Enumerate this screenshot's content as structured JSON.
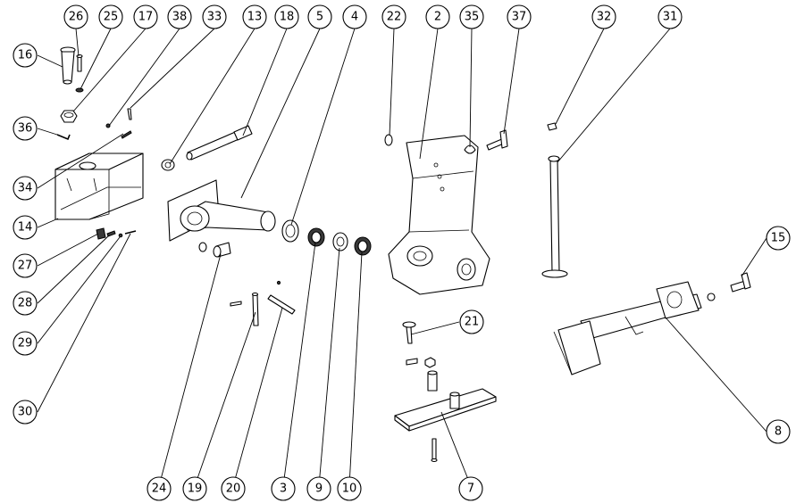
{
  "callouts": [
    {
      "id": "c26",
      "text": "26"
    },
    {
      "id": "c25",
      "text": "25"
    },
    {
      "id": "c17",
      "text": "17"
    },
    {
      "id": "c38",
      "text": "38"
    },
    {
      "id": "c33",
      "text": "33"
    },
    {
      "id": "c13",
      "text": "13"
    },
    {
      "id": "c18",
      "text": "18"
    },
    {
      "id": "c5",
      "text": "5"
    },
    {
      "id": "c4",
      "text": "4"
    },
    {
      "id": "c22",
      "text": "22"
    },
    {
      "id": "c2",
      "text": "2"
    },
    {
      "id": "c35",
      "text": "35"
    },
    {
      "id": "c37",
      "text": "37"
    },
    {
      "id": "c32",
      "text": "32"
    },
    {
      "id": "c31",
      "text": "31"
    },
    {
      "id": "c16",
      "text": "16"
    },
    {
      "id": "c36",
      "text": "36"
    },
    {
      "id": "c34",
      "text": "34"
    },
    {
      "id": "c14",
      "text": "14"
    },
    {
      "id": "c27",
      "text": "27"
    },
    {
      "id": "c28",
      "text": "28"
    },
    {
      "id": "c29",
      "text": "29"
    },
    {
      "id": "c30",
      "text": "30"
    },
    {
      "id": "c15",
      "text": "15"
    },
    {
      "id": "c21",
      "text": "21"
    },
    {
      "id": "c8",
      "text": "8"
    },
    {
      "id": "c24",
      "text": "24"
    },
    {
      "id": "c19",
      "text": "19"
    },
    {
      "id": "c20",
      "text": "20"
    },
    {
      "id": "c3",
      "text": "3"
    },
    {
      "id": "c9",
      "text": "9"
    },
    {
      "id": "c10",
      "text": "10"
    },
    {
      "id": "c7",
      "text": "7"
    }
  ]
}
